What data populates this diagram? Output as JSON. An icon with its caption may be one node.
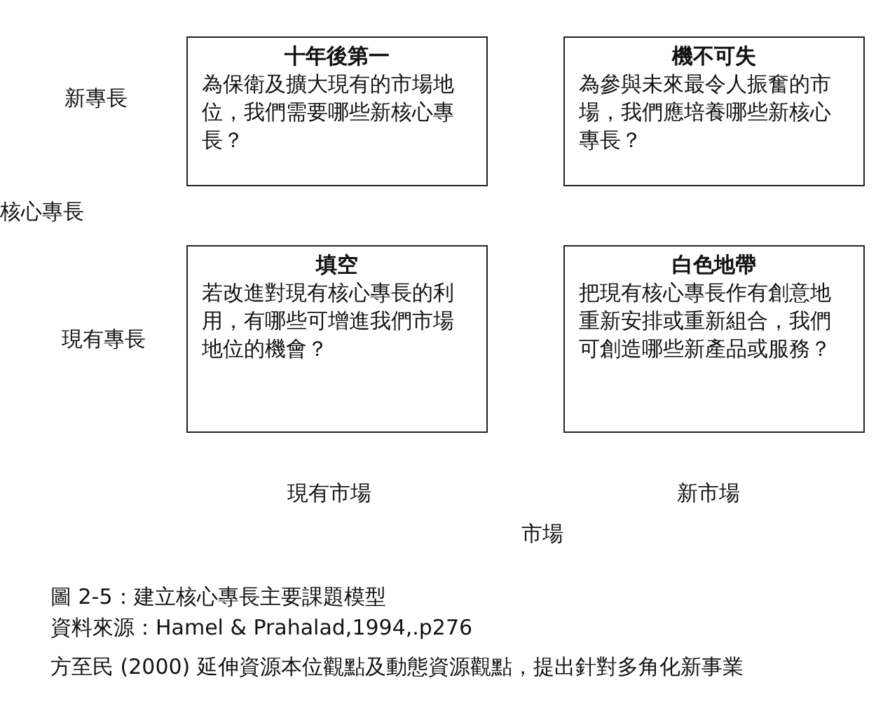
{
  "diagram": {
    "caption": "圖 2-5：建立核心專長主要課題模型",
    "nodes": [
      {
        "text": [
          "十年後第一",
          "為保衛及擴大現有的市場地位，我們需要哪些新核心專長？"
        ]
      },
      {
        "text": [
          "機不可失",
          "為參與未來最令人振奮的市場，我們應培養哪些新核心專長？"
        ]
      },
      {
        "text": [
          "填空",
          "若改進對現有核心專長的利用，有哪些可增進我們市場地位的機會？"
        ]
      },
      {
        "text": [
          "白色地帶",
          "把現有核心專長作有創意地重新安排或重新組合，我們可創造哪些新產品或服務？"
        ]
      }
    ],
    "labels": [
      "新專長",
      "核心專長",
      "現有專長",
      "現有市場",
      "新市場",
      "市場",
      "資料來源：Hamel & Prahalad,1994,.p276",
      "方至民 (2000) 延伸資源本位觀點及動態資源觀點，提出針對多角化新事業"
    ]
  }
}
